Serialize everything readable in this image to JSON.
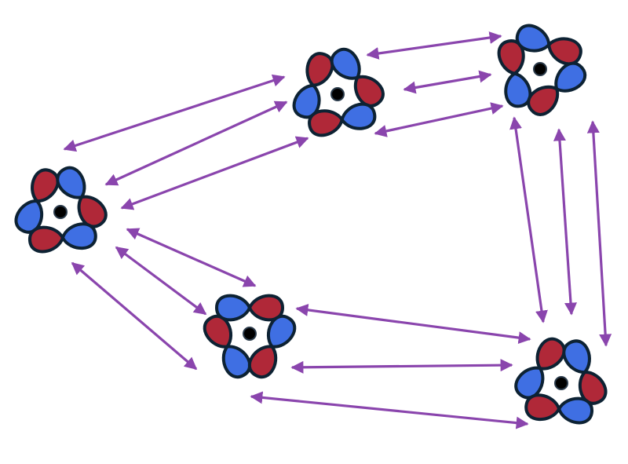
{
  "colors": {
    "arrow": "#8a45ad",
    "lobe_red": "#b02838",
    "lobe_blue": "#3f6fe3",
    "outline": "#0d2233",
    "nucleus": "#000000"
  },
  "nodes": [
    {
      "id": "A",
      "orbitals": 3
    },
    {
      "id": "B",
      "orbitals": 3
    },
    {
      "id": "C",
      "orbitals": 3
    },
    {
      "id": "D",
      "orbitals": 3
    },
    {
      "id": "E",
      "orbitals": 3
    }
  ],
  "edges": [
    {
      "from": "C",
      "to": "A"
    },
    {
      "from": "C",
      "to": "A"
    },
    {
      "from": "C",
      "to": "A"
    },
    {
      "from": "C",
      "to": "D"
    },
    {
      "from": "C",
      "to": "D"
    },
    {
      "from": "C",
      "to": "D"
    },
    {
      "from": "A",
      "to": "B"
    },
    {
      "from": "A",
      "to": "B"
    },
    {
      "from": "A",
      "to": "B"
    },
    {
      "from": "B",
      "to": "E"
    },
    {
      "from": "B",
      "to": "E"
    },
    {
      "from": "B",
      "to": "E"
    },
    {
      "from": "D",
      "to": "E"
    },
    {
      "from": "D",
      "to": "E"
    },
    {
      "from": "D",
      "to": "E"
    }
  ]
}
